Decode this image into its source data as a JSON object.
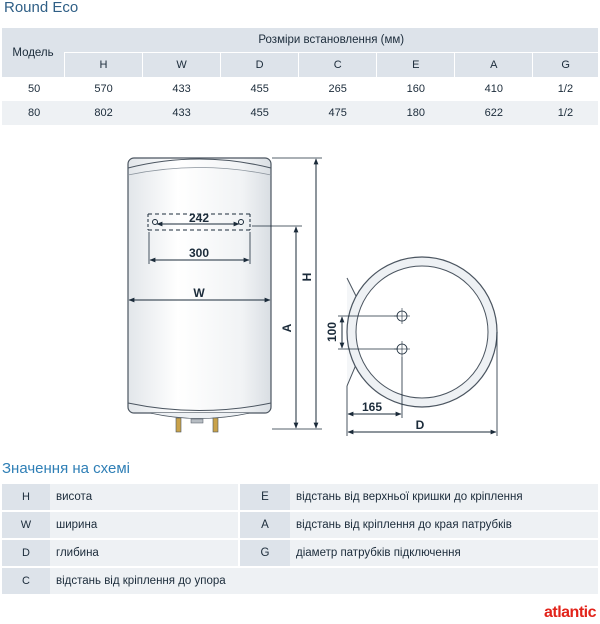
{
  "title": "Round Eco",
  "spec_table": {
    "model_header": "Модель",
    "group_header": "Розміри встановлення (мм)",
    "columns": [
      "H",
      "W",
      "D",
      "C",
      "E",
      "A",
      "G"
    ],
    "rows": [
      {
        "model": "50",
        "values": [
          "570",
          "433",
          "455",
          "265",
          "160",
          "410",
          "1/2"
        ]
      },
      {
        "model": "80",
        "values": [
          "802",
          "433",
          "455",
          "475",
          "180",
          "622",
          "1/2"
        ]
      }
    ]
  },
  "drawing": {
    "labels": {
      "dim_242": "242",
      "dim_300": "300",
      "dim_w": "W",
      "dim_h": "H",
      "dim_a": "A",
      "dim_100": "100",
      "dim_165": "165",
      "dim_d": "D"
    }
  },
  "legend": {
    "title": "Значення на схемі",
    "rows": [
      {
        "key": "H",
        "value": "висота",
        "key2": "E",
        "value2": "відстань від верхньої кришки до кріплення"
      },
      {
        "key": "W",
        "value": "ширина",
        "key2": "A",
        "value2": "відстань від кріплення до края патрубків"
      },
      {
        "key": "D",
        "value": "глибина",
        "key2": "G",
        "value2": "діаметр патрубків підключення"
      },
      {
        "key": "C",
        "value": "відстань від кріплення до упора"
      }
    ]
  },
  "brand": "atlantic",
  "colors": {
    "header_bg": "#dde3ea",
    "title": "#2f5f86",
    "legend_title": "#2f7fb6",
    "brand": "#e2231a"
  }
}
